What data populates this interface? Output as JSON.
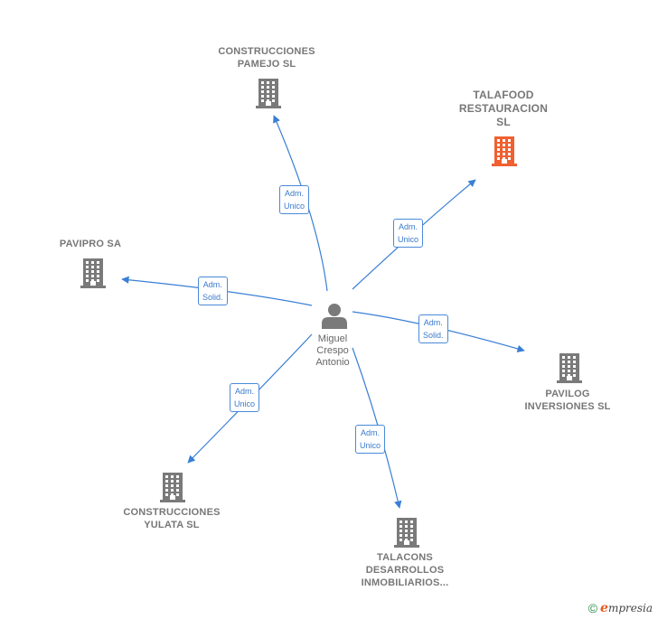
{
  "person": {
    "name": "Miguel\nCrespo\nAntonio",
    "icon": "person-icon"
  },
  "companies": [
    {
      "id": "pamejo",
      "label": "CONSTRUCCIONES\nPAMEJO SL",
      "relation": "Adm.\nUnico",
      "highlight": false
    },
    {
      "id": "talafood",
      "label": "TALAFOOD\nRESTAURACION\nSL",
      "relation": "Adm.\nUnico",
      "highlight": true
    },
    {
      "id": "pavipro",
      "label": "PAVIPRO SA",
      "relation": "Adm.\nSolid.",
      "highlight": false
    },
    {
      "id": "pavilog",
      "label": "PAVILOG\nINVERSIONES SL",
      "relation": "Adm.\nSolid.",
      "highlight": false
    },
    {
      "id": "yulata",
      "label": "CONSTRUCCIONES\nYULATA SL",
      "relation": "Adm.\nUnico",
      "highlight": false
    },
    {
      "id": "talacons",
      "label": "TALACONS\nDESARROLLOS\nINMOBILIARIOS...",
      "relation": "Adm.\nUnico",
      "highlight": false
    }
  ],
  "colors": {
    "edge": "#3a7fd5",
    "building": "#7a7a7a",
    "building_highlight": "#f06030",
    "person": "#7a7a7a"
  },
  "footer": {
    "copyright_symbol": "©",
    "brand_initial": "e",
    "brand_rest": "mpresia"
  }
}
